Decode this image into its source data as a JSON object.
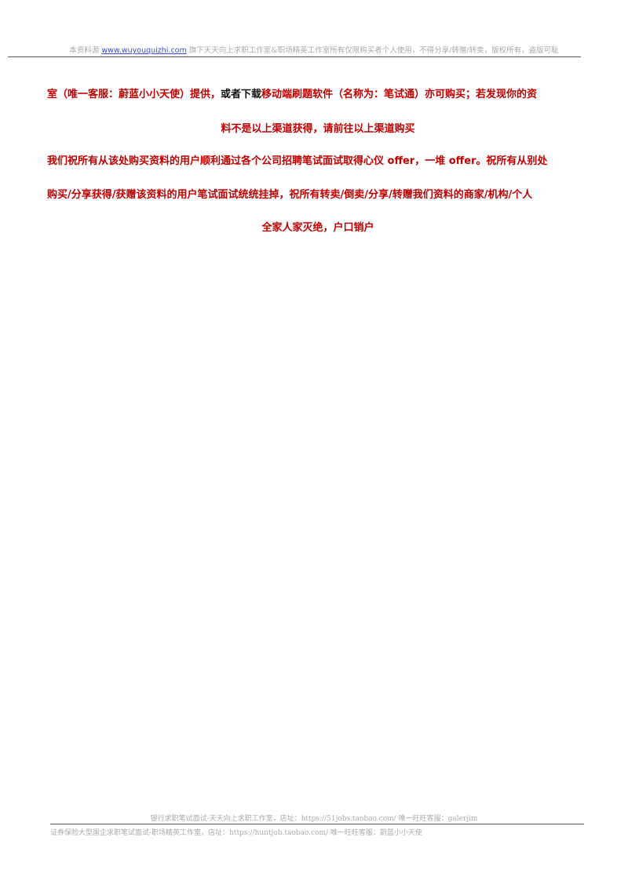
{
  "header": {
    "prefix": "本资料源 ",
    "link": "www.wuyouquizhi.com",
    "suffix": " 旗下天天向上求职工作室&职场精英工作室所有仅限购买者个人使用，不得分享/转赠/转卖，版权所有，盗版可耻"
  },
  "body": {
    "line1_part1": "室（唯一客服：蔚蓝小小天使）提供，",
    "line1_part2": "或者下载",
    "line1_part3": "移动端刷题软件（名称为：笔试通）亦可购买；若发现你的资",
    "line2": "料不是以上渠道获得，请前往以上渠道购买",
    "line3": "我们祝所有从该处购买资料的用户顺利通过各个公司招聘笔试面试取得心仪 offer，一堆 offer。祝所有从别处",
    "line4": "购买/分享获得/获赠该资料的用户笔试面试统统挂掉，祝所有转卖/倒卖/分享/转赠我们资料的商家/机构/个人",
    "line5": "全家人家灭绝，户口销户"
  },
  "footer": {
    "line1": "银行求职笔试面试-天天向上求职工作室，店址：https://51jobs.taobao.com/  唯一旺旺客服：galerjim",
    "line2": "证券保险大型国企求职笔试面试-职场精英工作室，店址：https://huntjob.taobao.com/  唯一旺旺客服：蔚蓝小小天使"
  },
  "colors": {
    "red_text": "#c00000",
    "link": "#3b4fd6",
    "header_gray": "#a9a9a9"
  }
}
